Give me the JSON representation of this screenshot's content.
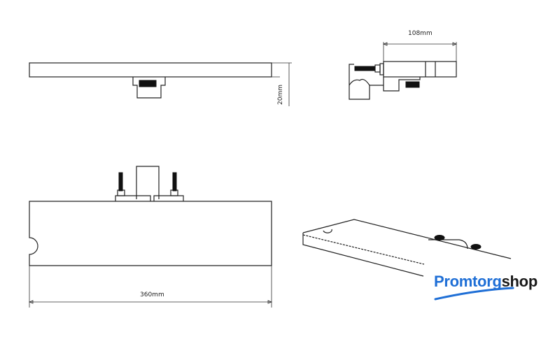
{
  "dimensions": {
    "side_height": "20mm",
    "end_width": "108mm",
    "length": "360mm"
  },
  "logo": {
    "part1": "Promtorg",
    "part2": "shop",
    "color_primary": "#1f6fd6",
    "color_secondary": "#1a1a1a"
  }
}
